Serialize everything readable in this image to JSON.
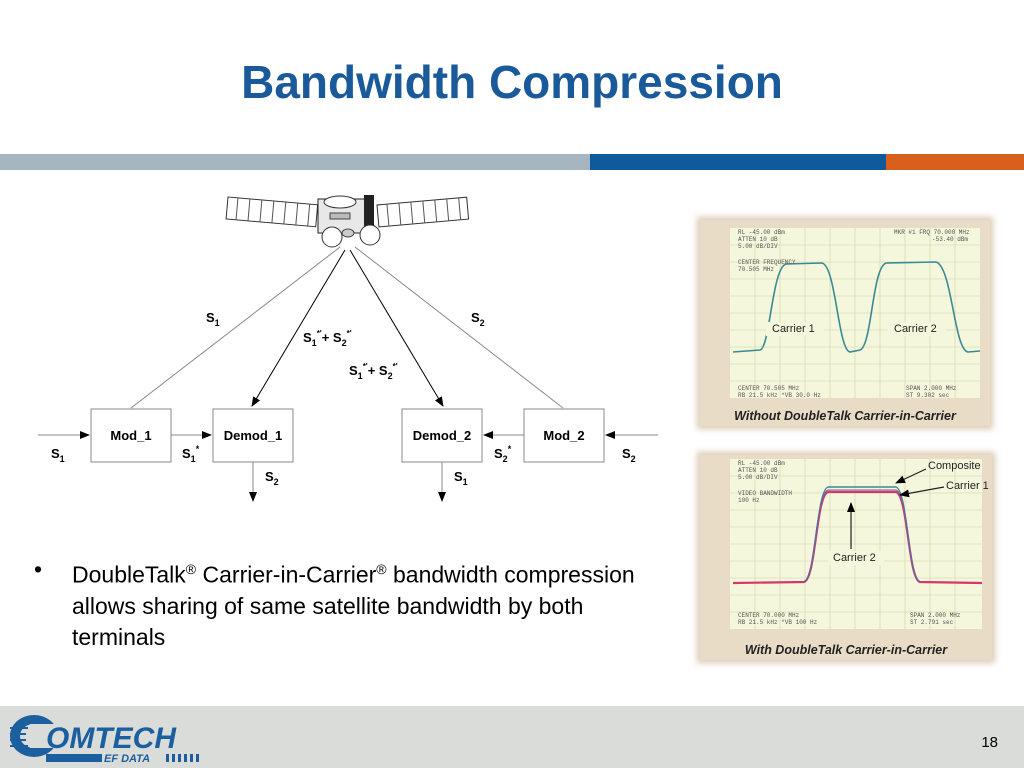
{
  "slide": {
    "title": "Bandwidth Compression",
    "page_number": "18"
  },
  "colors": {
    "title": "#1a5a9a",
    "bar_gray": "#a6b5bf",
    "bar_blue": "#0f5a9c",
    "bar_orange": "#d8601c"
  },
  "diagram": {
    "boxes": {
      "mod1": "Mod_1",
      "demod1": "Demod_1",
      "demod2": "Demod_2",
      "mod2": "Mod_2"
    },
    "labels": {
      "s1_in": "S",
      "s1_in_sub": "1",
      "s1_uplink": "S",
      "s1_uplink_sub": "1",
      "s2_uplink": "S",
      "s2_uplink_sub": "2",
      "down1_a": "S",
      "down1_a_sub": "1",
      "down1_a_sup": "*'",
      "down1_plus": "+ S",
      "down1_b_sub": "2",
      "down1_b_sup": "*'",
      "down2_a": "S",
      "down2_a_sub": "1",
      "down2_a_sup": "*'",
      "down2_plus": "+ S",
      "down2_b_sub": "2",
      "down2_b_sup": "*'",
      "s1_star": "S",
      "s1_star_sub": "1",
      "s1_star_sup": "*",
      "s2_out": "S",
      "s2_out_sub": "2",
      "s2_star": "S",
      "s2_star_sub": "2",
      "s2_star_sup": "*",
      "s1_out": "S",
      "s1_out_sub": "1",
      "s2_in": "S",
      "s2_in_sub": "2"
    }
  },
  "bullet": {
    "marker": "•",
    "part1": "DoubleTalk",
    "reg1": "®",
    "part2": " Carrier-in-Carrier",
    "reg2": "®",
    "part3": " bandwidth compression allows sharing of same satellite bandwidth by both terminals"
  },
  "photos": {
    "top": {
      "header_left": "RL -45.00 dBm\nATTEN 10 dB\n5.00 dB/DIV",
      "header_right": "MKR #1 FRQ 70.000 MHz\n-53.40 dBm",
      "center_label": "CENTER FREQUENCY\n70.505 MHz",
      "carrier1": "Carrier 1",
      "carrier2": "Carrier 2",
      "footer_left": "CENTER 70.505 MHz\nRB 21.5 kHz  *VB 30.0 Hz",
      "footer_right": "SPAN 2.000 MHz\nST 9.302 sec",
      "caption": "Without DoubleTalk Carrier-in-Carrier"
    },
    "bottom": {
      "header_left": "RL -45.00 dBm\nATTEN 10 dB\n5.00 dB/DIV",
      "video_label": "VIDEO BANDWIDTH\n100 Hz",
      "composite": "Composite",
      "carrier1": "Carrier 1",
      "carrier2": "Carrier 2",
      "footer_left": "CENTER 70.000 MHz\nRB 21.5 kHz  *VB 100 Hz",
      "footer_right": "SPAN 2.000 MHz\nST 2.791 sec",
      "caption": "With DoubleTalk Carrier-in-Carrier"
    }
  },
  "logo": {
    "brand": "OMTECH",
    "sub": "EF DATA"
  }
}
